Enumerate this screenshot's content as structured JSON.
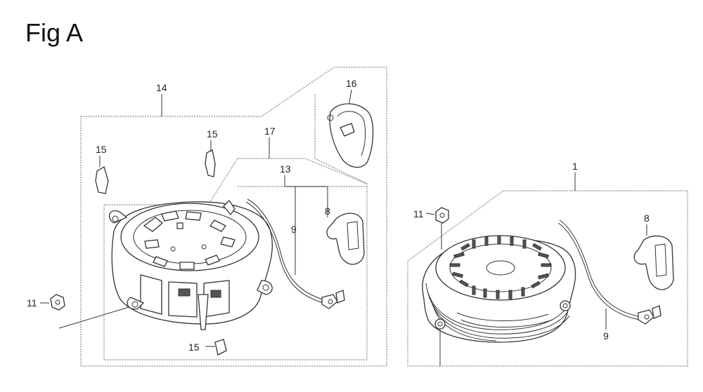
{
  "figure": {
    "title": "Fig A"
  },
  "callouts": {
    "left_assembly": "14",
    "pawl_left": "15",
    "pawl_center": "15",
    "pawl_bottom": "15",
    "spring_group": "17",
    "guide_plate": "16",
    "rope_group": "13",
    "handle_left": "8",
    "rope_left": "9",
    "nut_left": "11",
    "right_assembly": "1",
    "nut_right": "11",
    "handle_right": "8",
    "rope_right": "9"
  }
}
